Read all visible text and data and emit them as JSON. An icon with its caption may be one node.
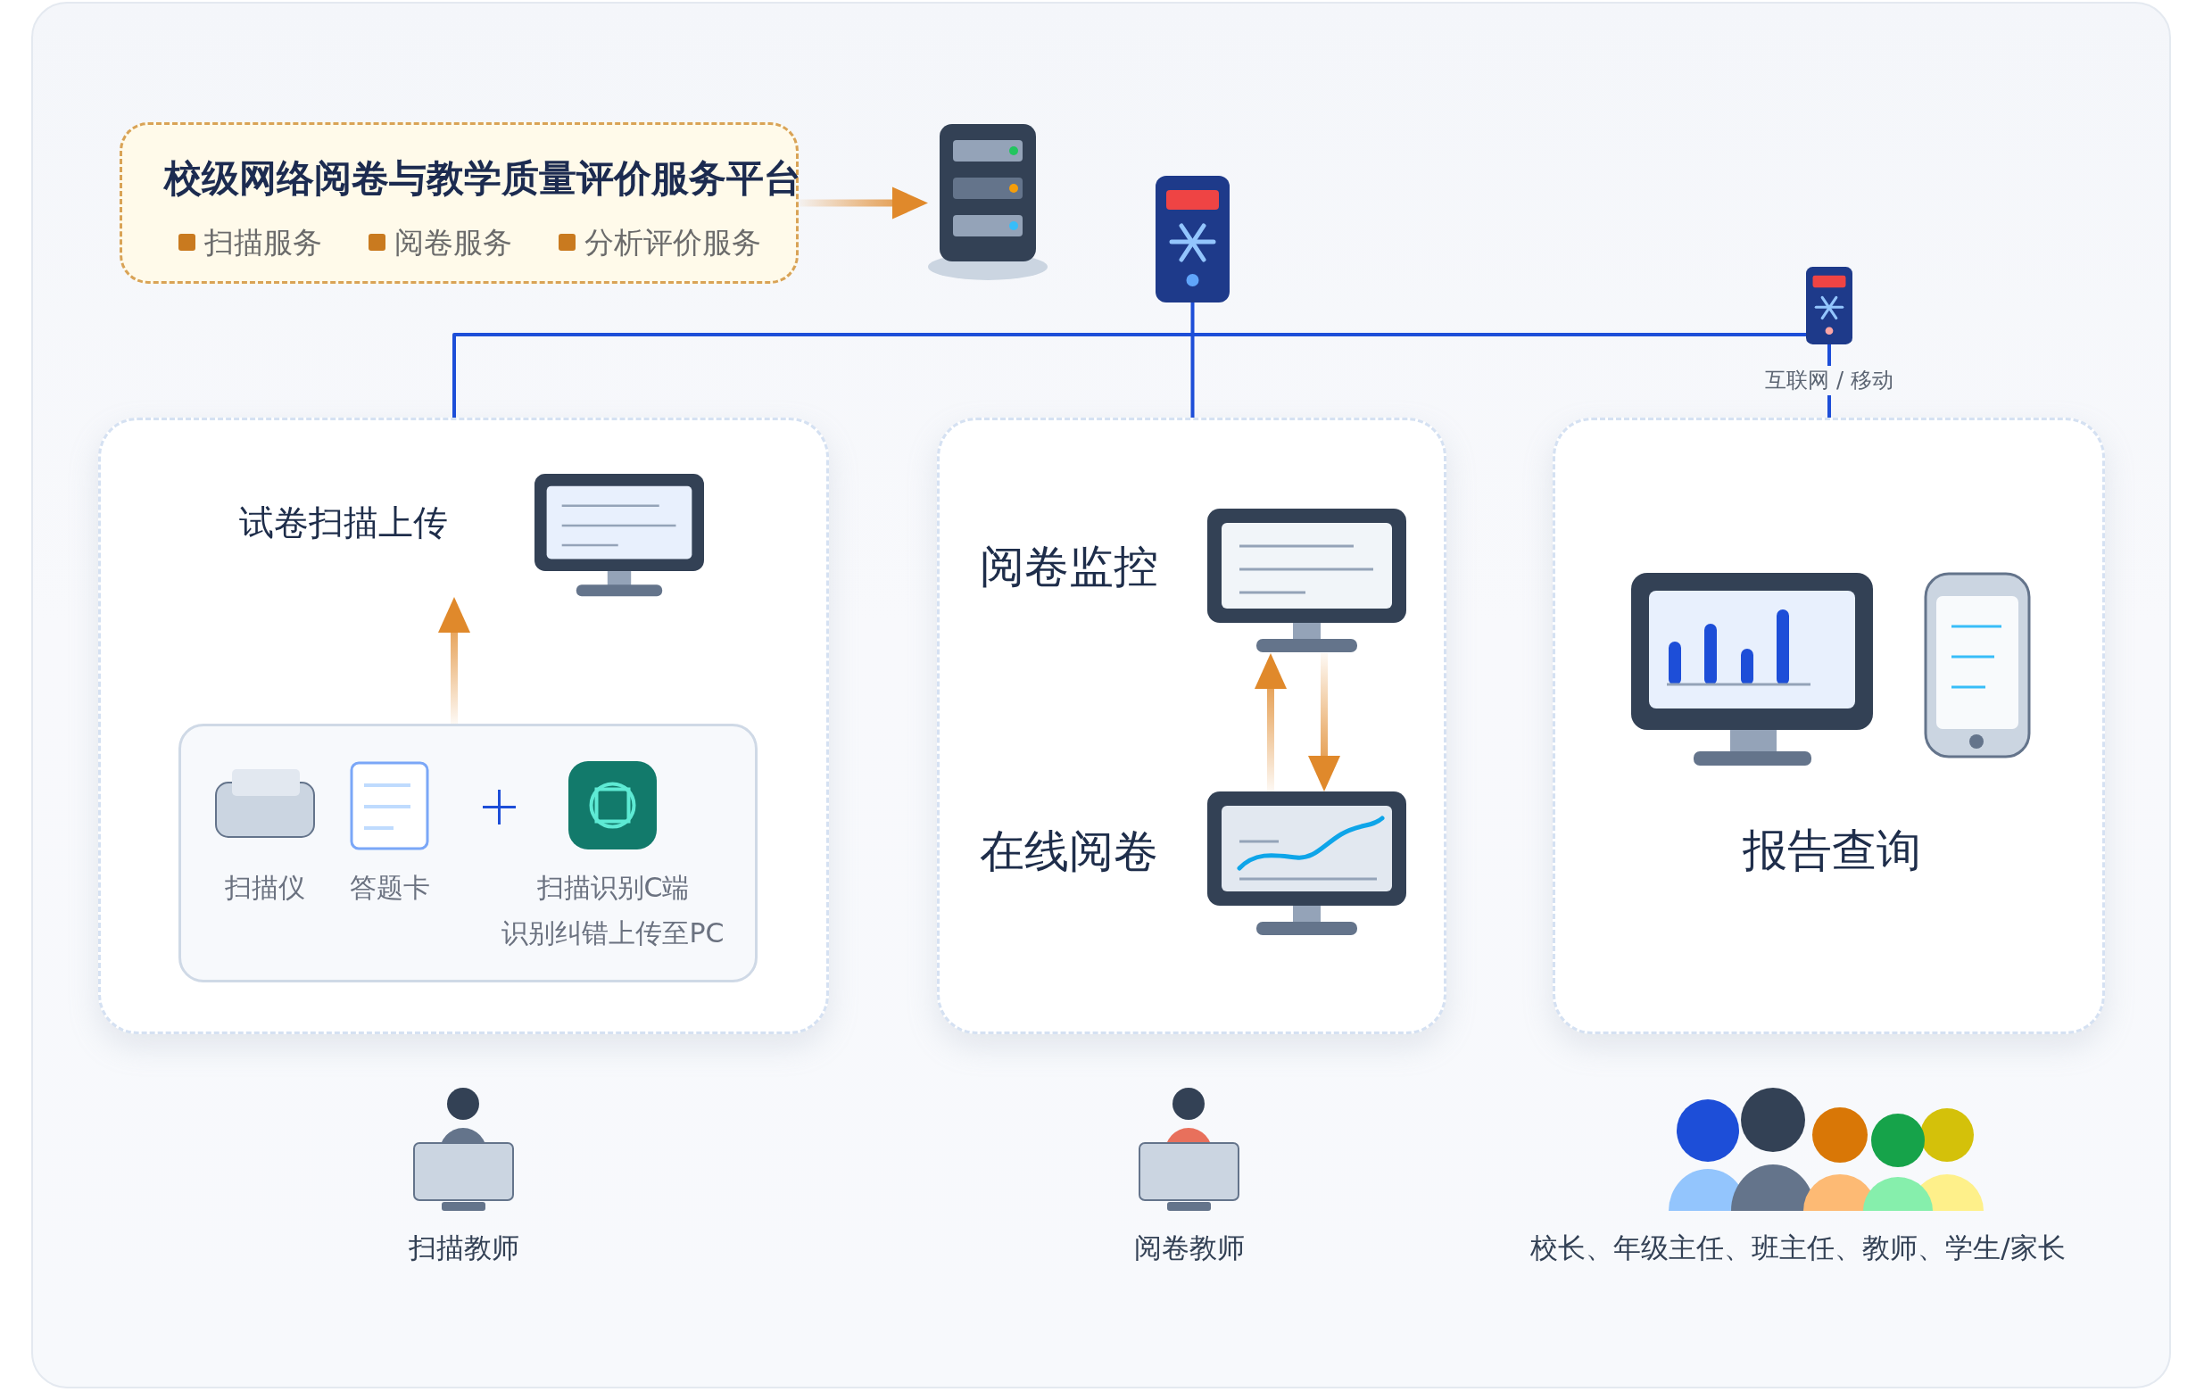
{
  "diagram": {
    "nodes": [
      {
        "text": [
          "校级网络阅卷与教学质量评价服务平台",
          "扫描服务",
          "阅卷服务",
          "分析评价服务"
        ]
      },
      {
        "text": [],
        "shape": "picture"
      },
      {
        "text": [],
        "shape": "picture"
      },
      {
        "text": [],
        "shape": "picture"
      },
      {
        "text": [],
        "shape": "box"
      },
      {
        "text": [
          "试卷扫描上传"
        ],
        "in": 4
      },
      {
        "text": [],
        "shape": "box",
        "in": 4
      },
      {
        "text": [
          "扫描仪"
        ],
        "in": 6
      },
      {
        "text": [
          "答题卡"
        ],
        "in": 6
      },
      {
        "text": [
          "扫描识别C端",
          "识别纠错上传至PC"
        ],
        "in": 6
      },
      {
        "text": [],
        "shape": "box"
      },
      {
        "text": [
          "阅卷监控"
        ],
        "in": 10
      },
      {
        "text": [
          "在线阅卷"
        ],
        "in": 10
      },
      {
        "text": [
          "报告查询"
        ]
      }
    ],
    "edges": [
      {
        "from": 0,
        "to": 1,
        "arrow": "to"
      },
      {
        "from": 3,
        "to": 4,
        "arrow": "none",
        "color": "#1d4ed8"
      },
      {
        "from": 2,
        "to": 10,
        "arrow": "none",
        "color": "#1d4ed8"
      },
      {
        "from": 3,
        "to": 13,
        "arrow": "none",
        "color": "#1d4ed8",
        "label": "互联网 / 移动"
      },
      {
        "from": 6,
        "to": 5,
        "arrow": "to"
      },
      {
        "from": 12,
        "to": 11,
        "arrow": "to"
      },
      {
        "from": 11,
        "to": 12,
        "arrow": "to"
      }
    ],
    "labels": [
      "扫描教师",
      "阅卷教师",
      "校长、年级主任、班主任、教师、学生/家长"
    ]
  }
}
